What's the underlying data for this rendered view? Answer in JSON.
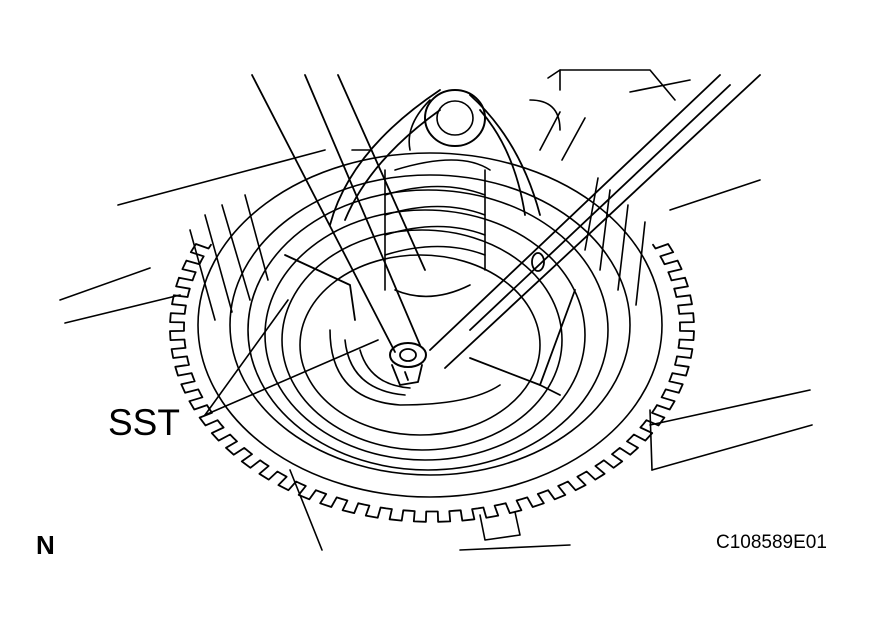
{
  "callouts": {
    "sst": "SST"
  },
  "view_marker": "N",
  "figure_code": "C108589E01",
  "colors": {
    "ink": "#000000",
    "paper": "#ffffff"
  }
}
